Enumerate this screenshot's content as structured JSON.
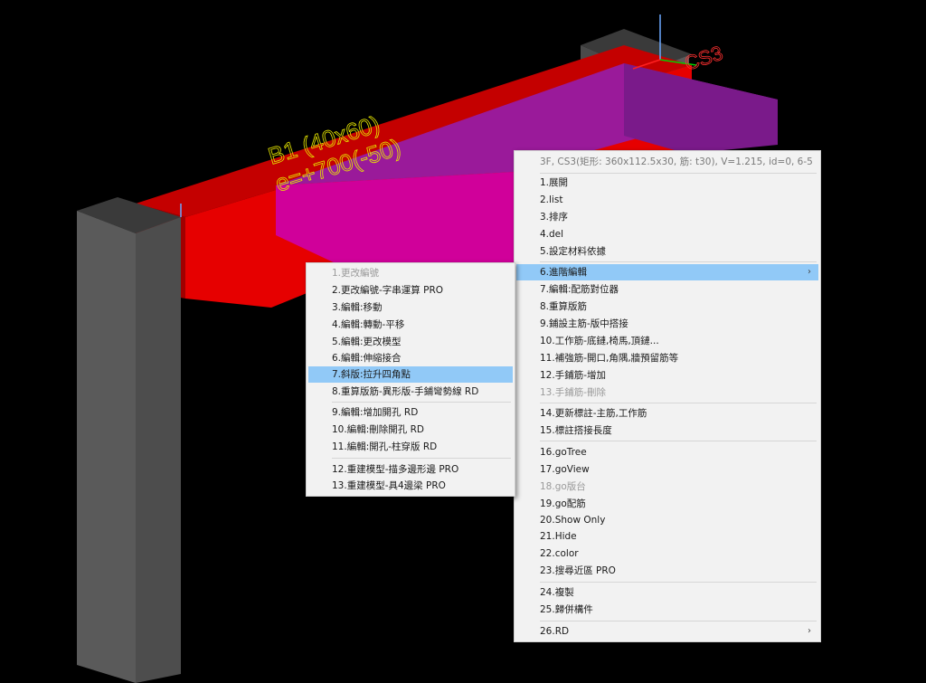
{
  "scene": {
    "beam_label_line1": "B1 (40x60)",
    "beam_label_line2": "e=+700(-50)",
    "slab_label": "CS3"
  },
  "context_menu": {
    "header": "3F, CS3(矩形: 360x112.5x30, 筋: t30), V=1.215, id=0, 6-5",
    "items": [
      {
        "label": "1.展開"
      },
      {
        "label": "2.list"
      },
      {
        "label": "3.排序"
      },
      {
        "label": "4.del"
      },
      {
        "label": "5.設定材料依據"
      },
      {
        "label": "6.進階編輯",
        "submenu": true,
        "highlighted": true
      },
      {
        "label": "7.編輯:配筋對位器"
      },
      {
        "label": "8.重算版筋"
      },
      {
        "label": "9.鋪設主筋-版中搭接"
      },
      {
        "label": "10.工作筋-底鏈,椅馬,頂鏈..."
      },
      {
        "label": "11.補強筋-開口,角隅,牆預留筋等"
      },
      {
        "label": "12.手鋪筋-增加"
      },
      {
        "label": "13.手鋪筋-刪除",
        "disabled": true
      },
      {
        "label": "14.更新標註-主筋,工作筋"
      },
      {
        "label": "15.標註搭接長度"
      },
      {
        "label": "16.goTree"
      },
      {
        "label": "17.goView"
      },
      {
        "label": "18.go版台",
        "disabled": true
      },
      {
        "label": "19.go配筋"
      },
      {
        "label": "20.Show Only"
      },
      {
        "label": "21.Hide"
      },
      {
        "label": "22.color"
      },
      {
        "label": "23.搜尋近區 PRO"
      },
      {
        "label": "24.複製"
      },
      {
        "label": "25.歸併構件"
      },
      {
        "label": "26.RD",
        "submenu": true
      }
    ],
    "submenu_arrow": "›"
  },
  "submenu": {
    "items": [
      {
        "label": "1.更改編號",
        "disabled": true
      },
      {
        "label": "2.更改編號-字串運算 PRO"
      },
      {
        "label": "3.編輯:移動"
      },
      {
        "label": "4.編輯:轉動-平移"
      },
      {
        "label": "5.編輯:更改模型"
      },
      {
        "label": "6.編輯:伸縮接合"
      },
      {
        "label": "7.斜版:拉升四角點",
        "highlighted": true
      },
      {
        "label": "8.重算版筋-異形版-手鋪彎勢線 RD"
      },
      {
        "label": "9.編輯:增加開孔 RD"
      },
      {
        "label": "10.編輯:刪除開孔 RD"
      },
      {
        "label": "11.編輯:開孔-柱穿版 RD"
      },
      {
        "label": "12.重建模型-描多邊形邊 PRO"
      },
      {
        "label": "13.重建模型-具4邊梁 PRO"
      }
    ]
  },
  "colors": {
    "beam": "#e60000",
    "slab": "#c0008a",
    "column": "#555555",
    "label": "#e6e600",
    "highlight": "#91c9f7"
  }
}
